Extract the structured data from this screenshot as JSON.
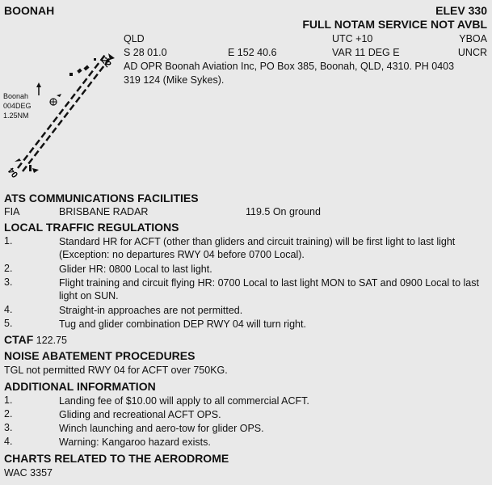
{
  "header": {
    "aerodrome": "BOONAH",
    "elevation": "ELEV 330",
    "notam": "FULL NOTAM SERVICE NOT AVBL",
    "state": "QLD",
    "utc": "UTC +10",
    "icao": "YBOA",
    "lat": "S 28 01.0",
    "lon": "E 152 40.6",
    "var": "VAR 11 DEG E",
    "status": "UNCR",
    "operator_line1": "AD OPR Boonah Aviation Inc, PO Box 385, Boonah, QLD, 4310. PH 0403",
    "operator_line2": "319 124 (Mike Sykes)."
  },
  "map": {
    "town_name": "Boonah",
    "town_bearing": "004DEG",
    "town_distance": "1.25NM",
    "rwy_top": "22",
    "rwy_bottom": "04"
  },
  "ats": {
    "title": "ATS COMMUNICATIONS FACILITIES",
    "service": "FIA",
    "unit": "BRISBANE RADAR",
    "freq": "119.5 On ground"
  },
  "traffic": {
    "title": "LOCAL TRAFFIC REGULATIONS",
    "items": [
      {
        "num": "1.",
        "text": "Standard HR for ACFT (other than gliders and circuit training) will be first light to last light (Exception: no departures RWY 04 before 0700 Local)."
      },
      {
        "num": "2.",
        "text": "Glider HR: 0800 Local to last light."
      },
      {
        "num": "3.",
        "text": "Flight training and circuit flying HR: 0700 Local to last light MON to SAT and 0900 Local to last light on SUN."
      },
      {
        "num": "4.",
        "text": "Straight-in approaches are not permitted."
      },
      {
        "num": "5.",
        "text": "Tug and glider combination DEP RWY 04 will turn right."
      }
    ]
  },
  "ctaf": {
    "label": "CTAF",
    "freq": "122.75"
  },
  "noise": {
    "title": "NOISE ABATEMENT PROCEDURES",
    "text": "TGL not permitted RWY 04 for ACFT over 750KG."
  },
  "additional": {
    "title": "ADDITIONAL INFORMATION",
    "items": [
      {
        "num": "1.",
        "text": "Landing fee of $10.00 will apply to all commercial ACFT."
      },
      {
        "num": "2.",
        "text": "Gliding and recreational ACFT OPS."
      },
      {
        "num": "3.",
        "text": "Winch launching and aero-tow for glider OPS."
      },
      {
        "num": "4.",
        "text": "Warning: Kangaroo hazard exists."
      }
    ]
  },
  "charts": {
    "title": "CHARTS RELATED TO THE AERODROME",
    "text": "WAC 3357"
  }
}
